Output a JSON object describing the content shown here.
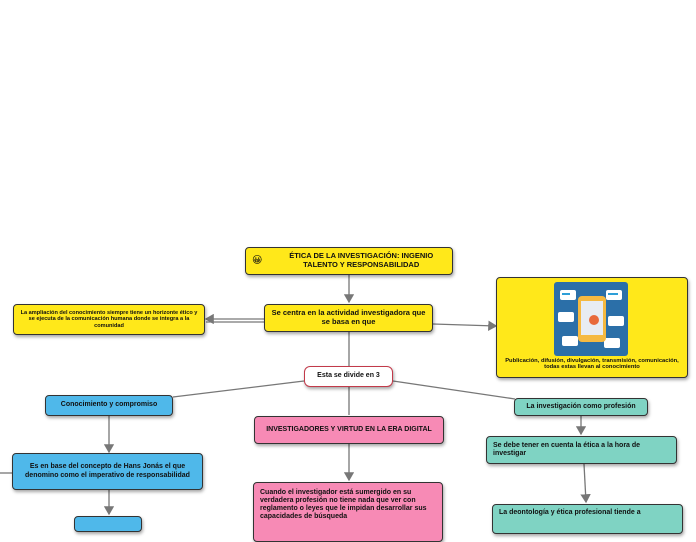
{
  "nodes": {
    "root": {
      "emoji": "😀",
      "title": "ÉTICA DE LA INVESTIGACIÓN: INGENIO TALENTO Y RESPONSABILIDAD"
    },
    "focus": "Se centra en la actividad investigadora que se basa en que",
    "left_note": "La ampliación del conocimiento siempre tiene un horizonte ético y se ejecuta de la comunicación humana donde se integra a la comunidad",
    "right_note": "Publicación, difusión, divulgación, transmisión, comunicación, todas estas llevan al conocimiento",
    "divides": "Esta se divide en 3",
    "knowledge": "Conocimiento y compromiso",
    "jonas": "Es en base del concepto de Hans Jonás el que denomino como el imperativo de responsabilidad",
    "digital": "INVESTIGADORES Y VIRTUD EN LA ERA DIGITAL",
    "immersed": "Cuando el investigador está sumergido en su verdadera profesión no tiene nada que ver con reglamento o leyes que le impidan desarrollar sus capacidades de búsqueda",
    "profession": "La investigación como profesión",
    "ethics": "Se debe tener  en cuenta la ética a la hora de investigar",
    "deontology": "La deontología y ética profesional tiende a"
  },
  "colors": {
    "yellow": "#ffe81a",
    "pink": "#f78ab5",
    "teal": "#7fd3c3",
    "blue": "#4fb8ea",
    "connector": "#777777"
  },
  "icons": {
    "root_emoji": "smiley-emoji-icon",
    "illustration": "digital-communication-illustration"
  }
}
